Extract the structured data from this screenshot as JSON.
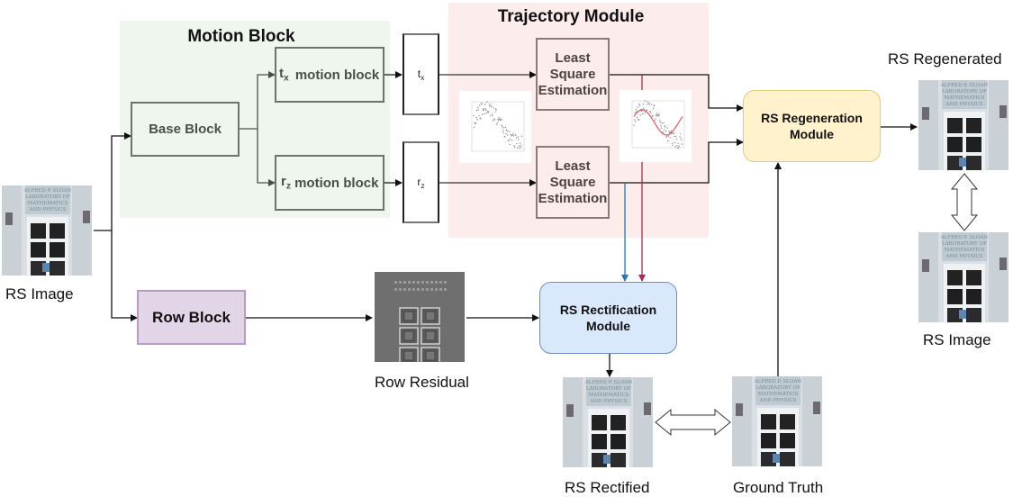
{
  "groups": {
    "motion_block": {
      "title": "Motion Block",
      "color": "#eef6ee"
    },
    "trajectory_module": {
      "title": "Trajectory Module",
      "color": "#fcecec"
    }
  },
  "blocks": {
    "base_block": "Base Block",
    "tx_motion_block": {
      "var": "t",
      "sub": "x",
      "label": "motion block"
    },
    "rz_motion_block": {
      "var": "r",
      "sub": "z",
      "label": "motion block"
    },
    "tx_value": {
      "var": "t",
      "sub": "x"
    },
    "rz_value": {
      "var": "r",
      "sub": "z"
    },
    "lse_top": [
      "Least",
      "Square",
      "Estimation"
    ],
    "lse_bottom": [
      "Least",
      "Square",
      "Estimation"
    ],
    "row_block": "Row Block",
    "rs_regeneration": [
      "RS Regeneration",
      "Module"
    ],
    "rs_rectification": [
      "RS Rectification",
      "Module"
    ]
  },
  "colors": {
    "row_block_fill": "#e1d5e7",
    "row_block_border": "#b89cc6",
    "regeneration_fill": "#fff2cc",
    "regeneration_border": "#e5c97a",
    "rectification_fill": "#dae8fc",
    "rectification_border": "#6c8ebf",
    "blue_wire": "#1f77b4",
    "red_wire": "#b0245a",
    "fit_curve": "#e05a5a"
  },
  "images": {
    "rs_image_input": "RS Image",
    "row_residual": "Row Residual",
    "rs_rectified": "RS Rectified",
    "ground_truth": "Ground Truth",
    "rs_regenerated": "RS Regenerated",
    "rs_image_output": "RS Image",
    "photo_sign_text": [
      "ALFRED P. SLOAN",
      "LABORATORY OF",
      "MATHEMATICS",
      "AND PHYSICS"
    ]
  },
  "icons": {
    "double_arrow_h": "double-headed-arrow",
    "double_arrow_v": "double-headed-arrow"
  }
}
